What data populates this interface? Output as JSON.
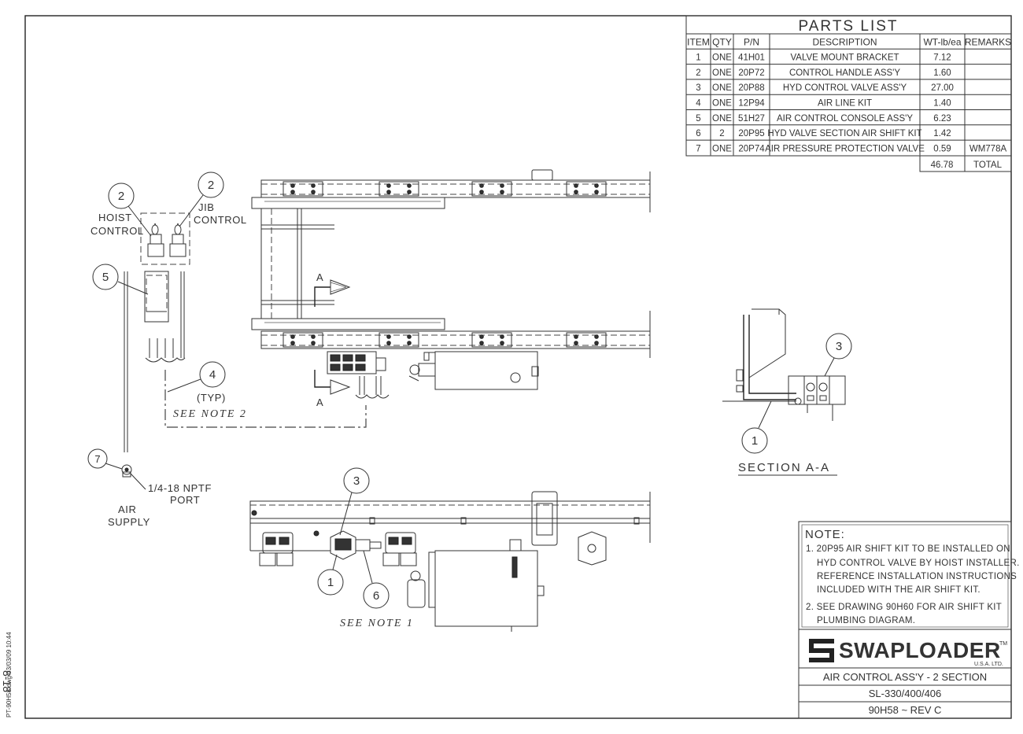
{
  "sidebar_text": {
    "filename": "PT-90H58.dwg   03/03/09 10:44",
    "page_mark": "8-18"
  },
  "parts_list": {
    "title": "PARTS LIST",
    "headers": [
      "ITEM",
      "QTY",
      "P/N",
      "DESCRIPTION",
      "WT-lb/ea",
      "REMARKS"
    ],
    "rows": [
      [
        "1",
        "ONE",
        "41H01",
        "VALVE MOUNT BRACKET",
        "7.12",
        ""
      ],
      [
        "2",
        "ONE",
        "20P72",
        "CONTROL HANDLE ASS'Y",
        "1.60",
        ""
      ],
      [
        "3",
        "ONE",
        "20P88",
        "HYD CONTROL VALVE ASS'Y",
        "27.00",
        ""
      ],
      [
        "4",
        "ONE",
        "12P94",
        "AIR LINE KIT",
        "1.40",
        ""
      ],
      [
        "5",
        "ONE",
        "51H27",
        "AIR CONTROL CONSOLE ASS'Y",
        "6.23",
        ""
      ],
      [
        "6",
        "2",
        "20P95",
        "HYD VALVE SECTION AIR SHIFT KIT",
        "1.42",
        ""
      ],
      [
        "7",
        "ONE",
        "20P74",
        "AIR PRESSURE PROTECTION VALVE",
        "0.59",
        "WM778A"
      ]
    ],
    "total_weight": "46.78",
    "total_label": "TOTAL"
  },
  "callouts": {
    "hoist_num": "2",
    "jib_num": "2",
    "hoist_label_1": "HOIST",
    "hoist_label_2": "CONTROL",
    "jib_label_1": "JIB",
    "jib_label_2": "CONTROL",
    "console_num": "5",
    "airline_num": "4",
    "airline_typ": "(TYP)",
    "see_note_2": "SEE NOTE 2",
    "valve_num": "7",
    "port_label_1": "1/4-18 NPTF",
    "port_label_2": "PORT",
    "air_label_1": "AIR",
    "air_label_2": "SUPPLY",
    "section_arrow_top": "A",
    "section_arrow_bottom": "A",
    "section_valve_num": "3",
    "section_bracket_num": "1",
    "section_title": "SECTION A-A",
    "side_valve_num": "3",
    "side_bracket_num": "1",
    "side_kit_num": "6",
    "see_note_1": "SEE NOTE 1"
  },
  "notes": {
    "title": "NOTE:",
    "lines": [
      "1. 20P95 AIR SHIFT KIT TO BE INSTALLED ON",
      "HYD CONTROL VALVE BY HOIST INSTALLER.",
      "REFERENCE INSTALLATION INSTRUCTIONS",
      "INCLUDED WITH THE AIR SHIFT KIT.",
      "2. SEE DRAWING 90H60 FOR AIR SHIFT KIT",
      "PLUMBING DIAGRAM."
    ]
  },
  "title_block": {
    "logo_text": "SWAPLOADER",
    "logo_tm": "TM",
    "logo_sub": "U.S.A.   LTD.",
    "drawing_title": "AIR CONTROL ASS'Y - 2 SECTION",
    "models": "SL-330/400/406",
    "drawing_number": "90H58 ~ REV C"
  },
  "colors": {
    "line": "#333333",
    "paper": "#ffffff"
  }
}
